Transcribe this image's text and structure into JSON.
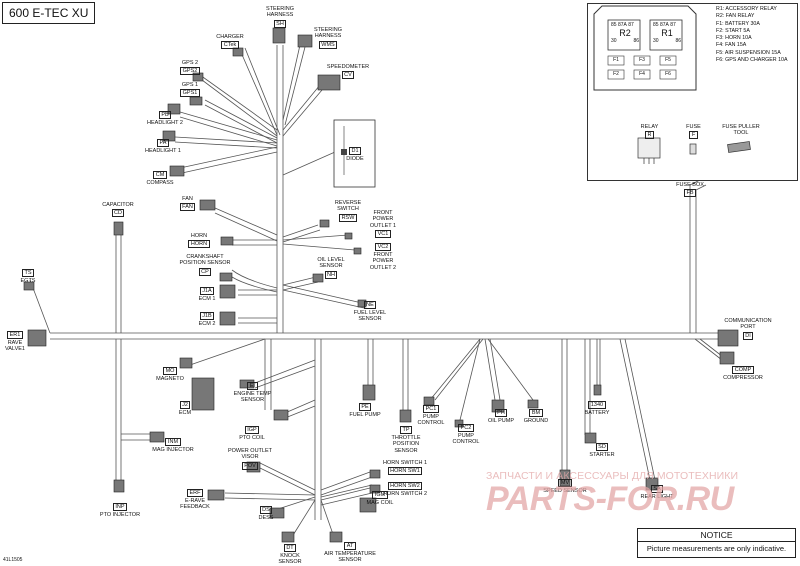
{
  "title": "600 E-TEC XU",
  "doc_id": "41L1505",
  "notice": {
    "heading": "NOTICE",
    "text": "Picture measurements are only indicative."
  },
  "watermark": {
    "line1": "ЗАПЧАСТИ И АКСЕССУАРЫ ДЛЯ МОТОТЕХНИКИ",
    "line2": "PARTS-FOR.RU"
  },
  "fuse_box": {
    "relays": [
      {
        "name": "R2",
        "pins_top": [
          "85",
          "87A",
          "87"
        ],
        "pins_bottom": [
          "30",
          "86"
        ]
      },
      {
        "name": "R1",
        "pins_top": [
          "85",
          "87A",
          "87"
        ],
        "pins_bottom": [
          "30",
          "86"
        ]
      }
    ],
    "fuses_row1": [
      "F1",
      "F3",
      "F5"
    ],
    "fuses_row2": [
      "F2",
      "F4",
      "F6"
    ],
    "legend": [
      "R1: ACCESSORY RELAY",
      "R2: FAN RELAY",
      "F1: BATTERY 30A",
      "F2: START 5A",
      "F3: HORN 10A",
      "F4: FAN 15A",
      "F5: AIR SUSPENSION 15A",
      "F6: GPS AND CHARGER 10A"
    ],
    "parts": [
      {
        "name": "RELAY",
        "code": "R"
      },
      {
        "name": "FUSE",
        "code": "F"
      },
      {
        "name": "FUSE PULLER TOOL",
        "code": ""
      }
    ]
  },
  "labels": {
    "steering_harness_sh": {
      "lines": [
        "STEERING",
        "HARNESS"
      ],
      "code": "SH"
    },
    "charger": {
      "lines": [
        "CHARGER"
      ],
      "code": "CTek"
    },
    "steering_harness_wms": {
      "lines": [
        "STEERING",
        "HARNESS"
      ],
      "code": "WMS"
    },
    "gps2": {
      "lines": [
        "GPS 2"
      ],
      "code": "GPS2"
    },
    "speedometer": {
      "lines": [
        "SPEEDOMETER"
      ],
      "code": "CV"
    },
    "gps1": {
      "lines": [
        "GPS 1"
      ],
      "code": "GPS1"
    },
    "headlight2": {
      "lines": [
        "HEADLIGHT 2"
      ],
      "code": "PB"
    },
    "headlight1": {
      "lines": [
        "HEADLIGHT 1"
      ],
      "code": "PA"
    },
    "diode": {
      "lines": [
        "DIODE"
      ],
      "code": "D1"
    },
    "compass": {
      "lines": [
        "COMPASS"
      ],
      "code": "CM"
    },
    "fuse_box_label": {
      "lines": [
        "FUSE BOX"
      ],
      "code": "FB"
    },
    "capacitor": {
      "lines": [
        "CAPACITOR"
      ],
      "code": "CD"
    },
    "fan": {
      "lines": [
        "FAN"
      ],
      "code": "FAN"
    },
    "reverse_switch": {
      "lines": [
        "REVERSE",
        "SWITCH"
      ],
      "code": "RSW"
    },
    "front_power_outlet_1": {
      "lines": [
        "FRONT",
        "POWER",
        "OUTLET 1"
      ],
      "code": "VC1"
    },
    "horn": {
      "lines": [
        "HORN"
      ],
      "code": "HORN"
    },
    "front_power_outlet_2": {
      "lines": [
        "FRONT",
        "POWER",
        "OUTLET 2"
      ],
      "code": "VC2"
    },
    "crankshaft": {
      "lines": [
        "CRANKSHAFT",
        "POSITION SENSOR"
      ],
      "code": "CP"
    },
    "oil_level": {
      "lines": [
        "OIL LEVEL",
        "SENSOR"
      ],
      "code": "NH"
    },
    "egts": {
      "lines": [
        "EGTS"
      ],
      "code": "TS"
    },
    "ecm1": {
      "lines": [
        "ECM 1"
      ],
      "code": "J1A"
    },
    "ecm2": {
      "lines": [
        "ECM 2"
      ],
      "code": "J1B"
    },
    "fuel_level": {
      "lines": [
        "FUEL LEVEL",
        "SENSOR"
      ],
      "code": "NE"
    },
    "rave_valve": {
      "lines": [
        "RAVE",
        "VALVE1"
      ],
      "code": "ER1"
    },
    "comm_port": {
      "lines": [
        "COMMUNICATION",
        "PORT"
      ],
      "code": "DI"
    },
    "magneto": {
      "lines": [
        "MAGNETO"
      ],
      "code": "MO"
    },
    "compressor": {
      "lines": [
        "COMPRESSOR"
      ],
      "code": "COMP"
    },
    "engine_temp": {
      "lines": [
        "ENGINE TEMP",
        "SENSOR"
      ],
      "code": "EI"
    },
    "ecm": {
      "lines": [
        "ECM"
      ],
      "code": "J2"
    },
    "fuel_pump": {
      "lines": [
        "FUEL PUMP"
      ],
      "code": "PE"
    },
    "pump_control_1": {
      "lines": [
        "PUMP",
        "CONTROL"
      ],
      "code": "PC1"
    },
    "oil_pump": {
      "lines": [
        "OIL PUMP"
      ],
      "code": "PH"
    },
    "ground": {
      "lines": [
        "GROUND"
      ],
      "code": "BM"
    },
    "battery": {
      "lines": [
        "BATTERY"
      ],
      "code": "1340"
    },
    "pto_coil": {
      "lines": [
        "PTO COIL"
      ],
      "code": "IGP"
    },
    "throttle": {
      "lines": [
        "THROTTLE",
        "POSITION",
        "SENSOR"
      ],
      "code": "TP"
    },
    "pump_control_2": {
      "lines": [
        "PUMP",
        "CONTROL"
      ],
      "code": "PC2"
    },
    "starter": {
      "lines": [
        "STARTER"
      ],
      "code": "SD"
    },
    "mag_injector": {
      "lines": [
        "MAG INJECTOR"
      ],
      "code": "INM"
    },
    "power_outlet_visor": {
      "lines": [
        "POWER OUTLET",
        "VISOR"
      ],
      "code": "POV"
    },
    "horn_switch_1": {
      "lines": [
        "HORN SWITCH 1"
      ],
      "code": "HORN SW1"
    },
    "speed_sensor": {
      "lines": [
        "SPEED SENSOR"
      ],
      "code": "MV"
    },
    "e_rave": {
      "lines": [
        "E-RAVE",
        "FEEDBACK"
      ],
      "code": "ERF"
    },
    "horn_switch_2": {
      "lines": [
        "HORN SWITCH 2"
      ],
      "code": "HORN SW2"
    },
    "pto_injector": {
      "lines": [
        "PTO INJECTOR"
      ],
      "code": "INP"
    },
    "mag_coil": {
      "lines": [
        "MAG COIL"
      ],
      "code": "IGM"
    },
    "rear_light": {
      "lines": [
        "REAR LIGHT"
      ],
      "code": "SA"
    },
    "dess": {
      "lines": [
        "DESS"
      ],
      "code": "DS"
    },
    "knock_sensor": {
      "lines": [
        "KNOCK",
        "SENSOR"
      ],
      "code": "DT"
    },
    "air_temp": {
      "lines": [
        "AIR TEMPERATURE",
        "SENSOR"
      ],
      "code": "AT"
    }
  }
}
